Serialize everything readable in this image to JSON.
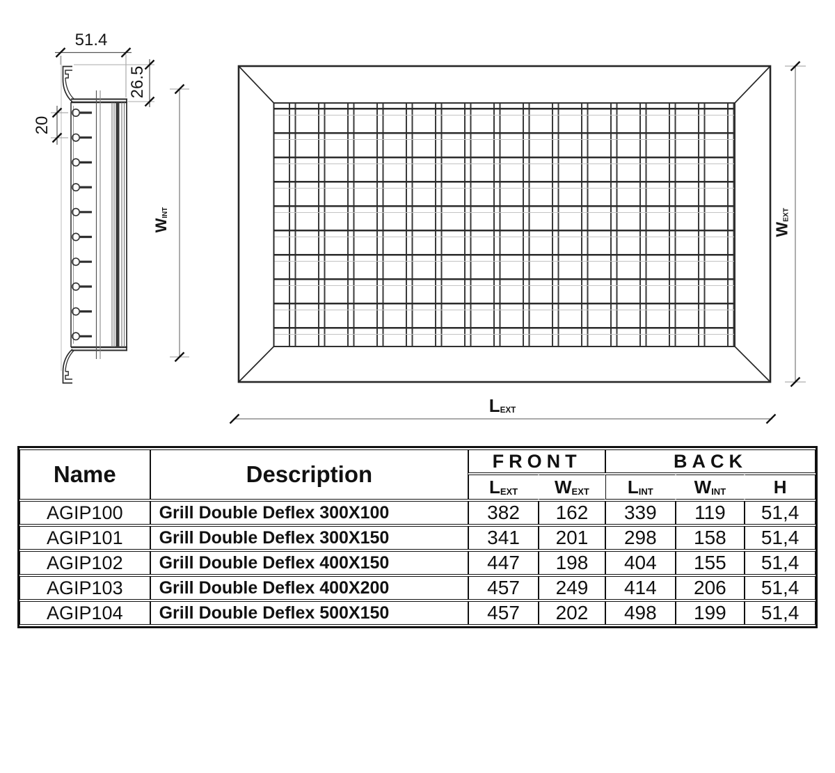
{
  "side_view": {
    "dim_top_width": "51.4",
    "dim_flange_height": "26.5",
    "dim_louver_pitch": "20",
    "dim_inner_height": {
      "main": "W",
      "sub": "INT"
    }
  },
  "front_view": {
    "dim_outer_height": {
      "main": "W",
      "sub": "EXT"
    },
    "dim_outer_length": {
      "main": "L",
      "sub": "EXT"
    }
  },
  "spec_table": {
    "header": {
      "name": "Name",
      "description": "Description",
      "front_group": "FRONT",
      "back_group": "BACK",
      "columns": [
        {
          "main": "L",
          "sub": "EXT"
        },
        {
          "main": "W",
          "sub": "EXT"
        },
        {
          "main": "L",
          "sub": "INT"
        },
        {
          "main": "W",
          "sub": "INT"
        },
        {
          "main": "H",
          "sub": ""
        }
      ]
    },
    "rows": [
      {
        "name": "AGIP100",
        "description": "Grill Double Deflex 300X100",
        "values": [
          "382",
          "162",
          "339",
          "119",
          "51,4"
        ]
      },
      {
        "name": "AGIP101",
        "description": "Grill Double Deflex 300X150",
        "values": [
          "341",
          "201",
          "298",
          "158",
          "51,4"
        ]
      },
      {
        "name": "AGIP102",
        "description": "Grill Double Deflex 400X150",
        "values": [
          "447",
          "198",
          "404",
          "155",
          "51,4"
        ]
      },
      {
        "name": "AGIP103",
        "description": "Grill Double Deflex 400X200",
        "values": [
          "457",
          "249",
          "414",
          "206",
          "51,4"
        ]
      },
      {
        "name": "AGIP104",
        "description": "Grill Double Deflex 500X150",
        "values": [
          "457",
          "202",
          "498",
          "199",
          "51,4"
        ]
      }
    ]
  },
  "colors": {
    "line": "#2a2a2a",
    "light_line": "#c3c3c3",
    "text": "#111111",
    "background": "#ffffff"
  }
}
